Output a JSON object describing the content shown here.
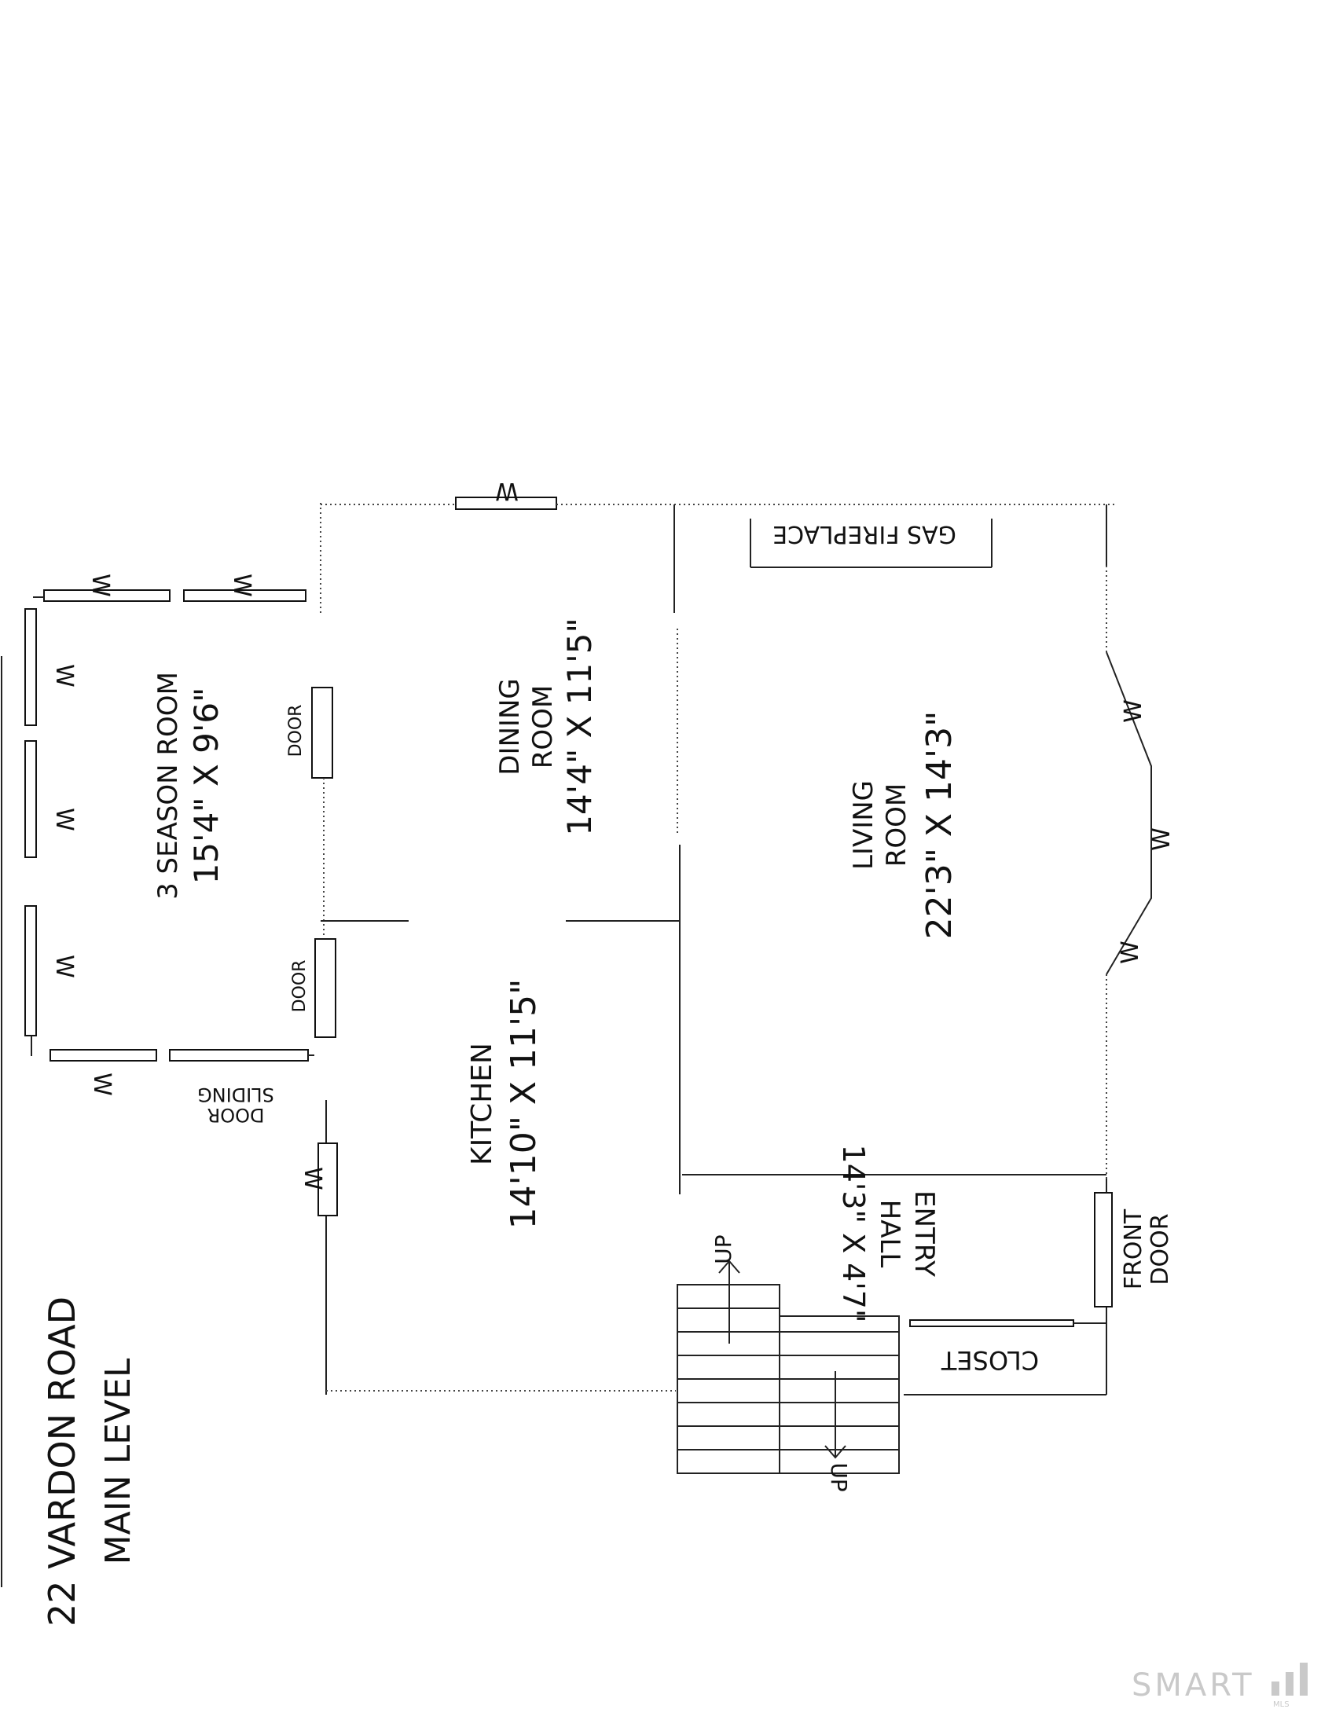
{
  "plan": {
    "title_line1": "22 VARDON ROAD",
    "title_line2": "MAIN LEVEL"
  },
  "rooms": {
    "three_season": {
      "name": "3 SEASON ROOM",
      "dims": "15'4\" X 9'6\""
    },
    "dining": {
      "name1": "DINING",
      "name2": "ROOM",
      "dims": "14'4\" X 11'5\""
    },
    "living": {
      "name1": "LIVING",
      "name2": "ROOM",
      "dims": "22'3\" X 14'3\""
    },
    "kitchen": {
      "name": "KITCHEN",
      "dims": "14'10\" X 11'5\""
    },
    "entry": {
      "name1": "ENTRY",
      "name2": "HALL",
      "dims": "14'3\" X 4'7\""
    }
  },
  "labels": {
    "window": "W",
    "door": "DOOR",
    "sliding1": "SLIDING",
    "sliding2": "DOOR",
    "gas_fireplace": "GAS FIREPLACE",
    "front1": "FRONT",
    "front2": "DOOR",
    "closet": "CLOSET",
    "up": "UP"
  },
  "watermark": {
    "text": "SMART",
    "suffix": "MLS"
  }
}
